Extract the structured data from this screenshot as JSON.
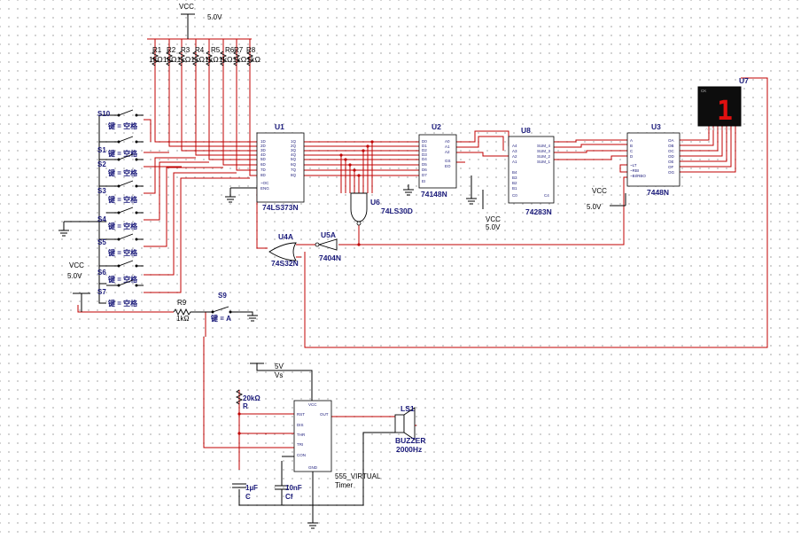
{
  "supply": {
    "vcc_top": "VCC",
    "vcc_top_value": "5.0V",
    "vcc_left": "VCC",
    "vcc_left_value": "5.0V",
    "vcc_u3": "VCC",
    "vcc_u3_value": "5.0V",
    "vcc_u8": "VCC",
    "vcc_u8_value": "5.0V",
    "vs": "5V",
    "vs_name": "Vs"
  },
  "resistors": [
    {
      "ref": "R1",
      "value": "1kΩ"
    },
    {
      "ref": "R2",
      "value": "1kΩ"
    },
    {
      "ref": "R3",
      "value": "1kΩ"
    },
    {
      "ref": "R4",
      "value": "1kΩ"
    },
    {
      "ref": "R5",
      "value": "1kΩ"
    },
    {
      "ref": "R6",
      "value": "1kΩ"
    },
    {
      "ref": "R7",
      "value": "1kΩ"
    },
    {
      "ref": "R8",
      "value": "1kΩ"
    }
  ],
  "resistor_row_text": "1kΩ1kΩ1kΩ1kΩ1kΩ1kΩ1kΩ1kΩ",
  "switches": [
    {
      "ref": "S10",
      "key": "键 = 空格"
    },
    {
      "ref": "S1",
      "key": "键 = 空格"
    },
    {
      "ref": "S2",
      "key": "键 = 空格"
    },
    {
      "ref": "S3",
      "key": "键 = 空格"
    },
    {
      "ref": "S4",
      "key": "键 = 空格"
    },
    {
      "ref": "S5",
      "key": "键 = 空格"
    },
    {
      "ref": "S6",
      "key": "键 = 空格"
    },
    {
      "ref": "S7",
      "key": "键 = 空格"
    }
  ],
  "reset": {
    "r9": "R9",
    "r9_value": "1kΩ",
    "s9": "S9",
    "s9_key": "键 = A"
  },
  "chips": {
    "u1": {
      "ref": "U1",
      "part": "74LS373N"
    },
    "u2": {
      "ref": "U2",
      "part": "74148N"
    },
    "u8": {
      "ref": "U8",
      "part": "74283N"
    },
    "u3": {
      "ref": "U3",
      "part": "7448N"
    },
    "u6": {
      "ref": "U6",
      "part": "74LS30D"
    },
    "u4a": {
      "ref": "U4A",
      "part": "74S32N"
    },
    "u5a": {
      "ref": "U5A",
      "part": "7404N"
    },
    "u7": {
      "ref": "U7"
    }
  },
  "timer": {
    "part": "555_VIRTUAL",
    "sub": "Timer",
    "pins": [
      "VCC",
      "RST",
      "OUT",
      "DIS",
      "THR",
      "TRI",
      "CON",
      "GND"
    ]
  },
  "timing": {
    "r": "20kΩ",
    "r_name": "R",
    "c": "1µF",
    "c_name": "C",
    "cf": "10nF",
    "cf_name": "Cf"
  },
  "buzzer": {
    "ref": "LS1",
    "part": "BUZZER",
    "freq": "2000Hz"
  },
  "display": {
    "digit": "1"
  }
}
